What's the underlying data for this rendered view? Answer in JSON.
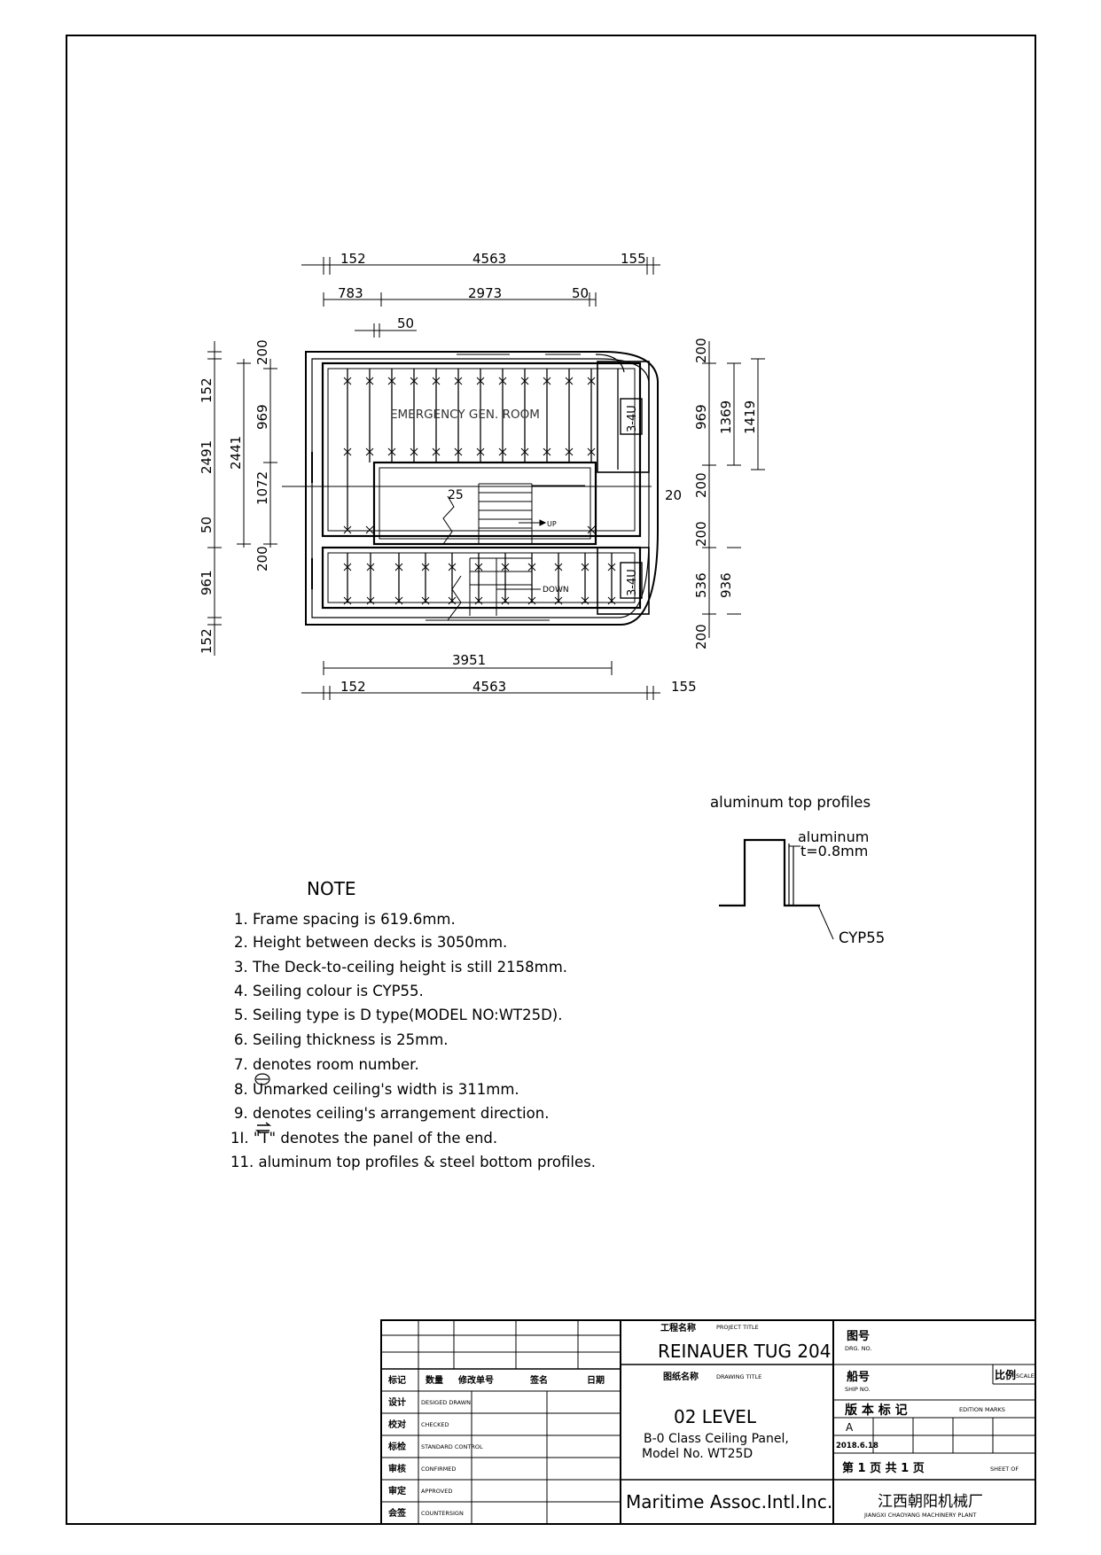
{
  "plan": {
    "room_label": "EMERGENCY GEN. ROOM",
    "room_tag_top": "3-4U",
    "room_tag_bottom": "3-4U",
    "stair_up": "UP",
    "stair_down": "DOWN",
    "label_25": "25",
    "label_20": "20",
    "dims_top": {
      "a": "152",
      "b": "4563",
      "c": "155",
      "d": "783",
      "e": "2973",
      "f": "50",
      "g": "50"
    },
    "dims_bottom": {
      "a": "3951",
      "b": "152",
      "c": "4563",
      "d": "155"
    },
    "dims_left": {
      "a": "152",
      "b": "2491",
      "c": "50",
      "d": "961",
      "e": "152",
      "f": "2441",
      "g": "200",
      "h": "969",
      "i": "1072",
      "j": "200"
    },
    "dims_right": {
      "a": "200",
      "b": "969",
      "c": "1369",
      "d": "1419",
      "e": "200",
      "f": "200",
      "g": "536",
      "h": "936",
      "i": "200"
    }
  },
  "profile": {
    "title": "aluminum top profiles",
    "material": "aluminum",
    "thickness": "t=0.8mm",
    "colour": "CYP55"
  },
  "notes": {
    "heading": "NOTE",
    "items": [
      "1. Frame spacing is 619.6mm.",
      "2. Height between decks is 3050mm.",
      "3. The Deck-to-ceiling height is still 2158mm.",
      "4. Seiling colour is CYP55.",
      "5. Seiling type is D type(MODEL NO:WT25D).",
      "6. Seiling thickness is 25mm.",
      "7.      denotes room number.",
      "8. Unmarked ceiling's width is 311mm.",
      "9.      denotes ceiling's arrangement direction.",
      "1I. \"T\" denotes  the panel of the end.",
      "11. aluminum top profiles & steel bottom profiles."
    ]
  },
  "title_block": {
    "rev_headers": {
      "mark_cn": "标记",
      "qty_cn": "数量",
      "doc_cn": "修改单号",
      "sign_cn": "签名",
      "date_cn": "日期"
    },
    "roles": [
      {
        "cn": "设计",
        "en": "DESIGED DRAWN"
      },
      {
        "cn": "校对",
        "en": "CHECKED"
      },
      {
        "cn": "标检",
        "en": "STANDARD CONTROL"
      },
      {
        "cn": "审核",
        "en": "CONFIRMED"
      },
      {
        "cn": "审定",
        "en": "APPROVED"
      },
      {
        "cn": "会签",
        "en": "COUNTERSIGN"
      }
    ],
    "project_cn": "工程名称",
    "project_en": "PROJECT TITLE",
    "project_title": "REINAUER TUG 204",
    "drawing_cn": "图纸名称",
    "drawing_en": "DRAWING TITLE",
    "drawing_title": "02 LEVEL",
    "drawing_sub1": "B-0 Class Ceiling Panel,",
    "drawing_sub2": "Model No. WT25D",
    "client": "Maritime Assoc.Intl.Inc.",
    "drg_no_cn": "图号",
    "drg_no_en": "DRG. NO.",
    "ship_no_cn": "船号",
    "ship_no_en": "SHIP NO.",
    "scale_cn": "比例",
    "scale_en": "SCALE",
    "edition_cn": "版 本 标 记",
    "edition_en": "EDITION MARKS",
    "edition": "A",
    "date": "2018.6.18",
    "sheet_text": "第 1 页 共 1 页",
    "sheet_en": "SHEET OF",
    "company_cn": "江西朝阳机械厂",
    "company_en": "JIANGXI CHAOYANG MACHINERY PLANT"
  }
}
